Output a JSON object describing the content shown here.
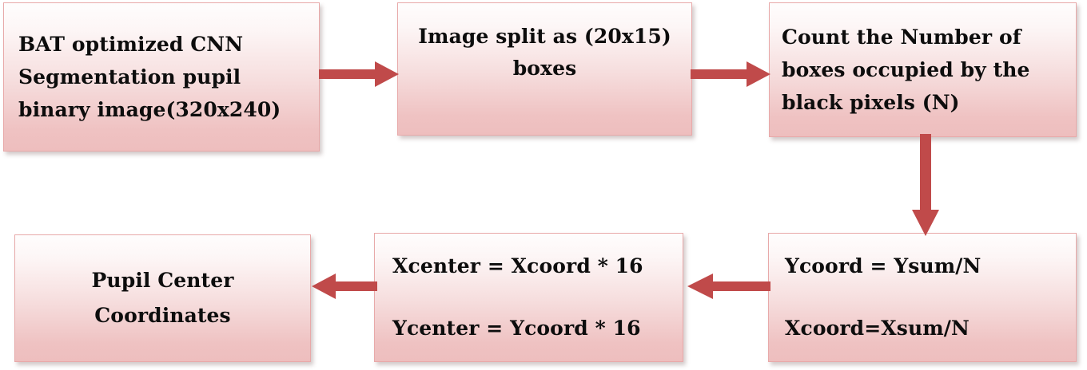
{
  "diagram": {
    "title": "Pupil center coordinate computation flowchart",
    "accent_color": "#c04a4a",
    "box_border_color": "#e8a9a9",
    "box_fill_top": "#fefdfd",
    "box_fill_bottom": "#eebebe",
    "text_color": "#0d0d0d"
  },
  "nodes": [
    {
      "id": "node-input-image",
      "name": "bat-optimized-cnn-box",
      "lines": [
        "BAT optimized CNN",
        "Segmentation pupil",
        "binary image(320x240)"
      ]
    },
    {
      "id": "node-image-split",
      "name": "image-split-box",
      "lines": [
        "Image split as (20x15)",
        "boxes"
      ]
    },
    {
      "id": "node-count-boxes",
      "name": "count-boxes-box",
      "lines": [
        "Count the Number of",
        "boxes occupied by the",
        "black pixels (N)"
      ]
    },
    {
      "id": "node-coord-calc",
      "name": "coordinate-average-box",
      "lines": [
        "Ycoord = Ysum/N",
        "Xcoord=Xsum/N"
      ]
    },
    {
      "id": "node-center-scale",
      "name": "center-scaling-box",
      "lines": [
        "Xcenter = Xcoord * 16",
        "Ycenter = Ycoord * 16"
      ]
    },
    {
      "id": "node-output",
      "name": "pupil-center-output-box",
      "lines": [
        "Pupil Center",
        "Coordinates"
      ]
    }
  ],
  "connectors": [
    {
      "id": "arrow-1",
      "name": "arrow-input-to-split",
      "direction": "right"
    },
    {
      "id": "arrow-2",
      "name": "arrow-split-to-count",
      "direction": "right"
    },
    {
      "id": "arrow-3",
      "name": "arrow-count-to-coord",
      "direction": "down"
    },
    {
      "id": "arrow-4",
      "name": "arrow-coord-to-center",
      "direction": "left"
    },
    {
      "id": "arrow-5",
      "name": "arrow-center-to-output",
      "direction": "left"
    }
  ]
}
